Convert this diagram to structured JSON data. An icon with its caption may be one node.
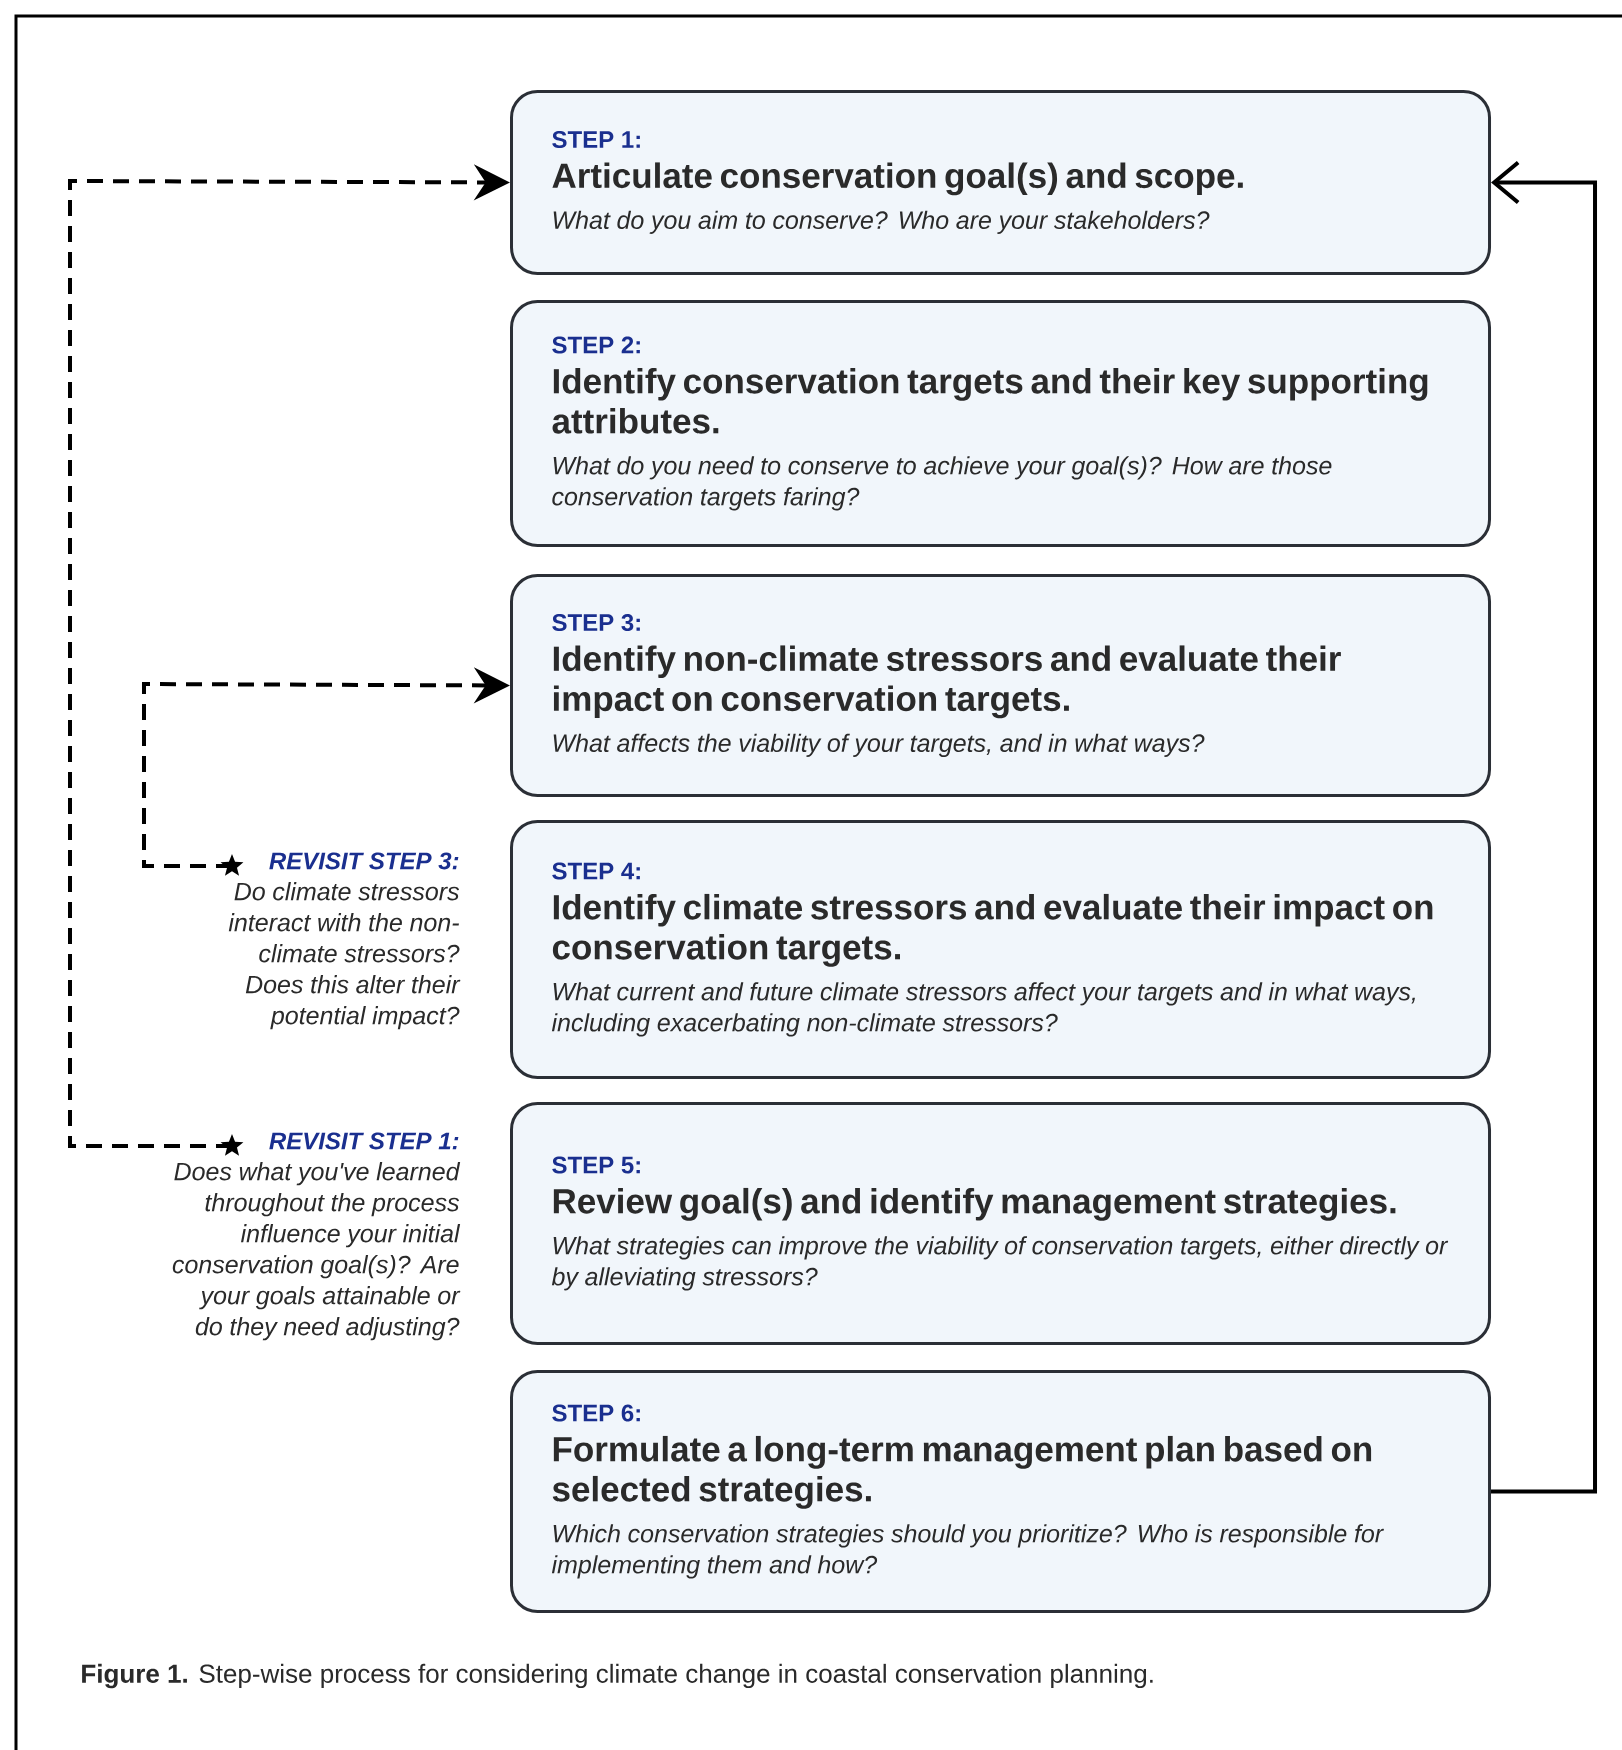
{
  "diagram": {
    "caption": "**Figure 1.** Step-wise process for considering climate change in coastal conservation planning.",
    "nodes": [
      {
        "text": [
          "STEP 1:",
          "Articulate conservation goal(s) and scope.",
          "What do you aim to conserve? Who are your stakeholders?"
        ]
      },
      {
        "text": [
          "STEP 2:",
          "Identify conservation targets and their key supporting attributes.",
          "What do you need to conserve to achieve your goal(s)? How are those conservation targets faring?"
        ]
      },
      {
        "text": [
          "STEP 3:",
          "Identify non-climate stressors and evaluate their impact on conservation targets.",
          "What affects the viability of your targets, and in what ways?"
        ]
      },
      {
        "text": [
          "STEP 4:",
          "Identify climate stressors and evaluate their impact on conservation targets.",
          "What current and future climate stressors affect your targets and in what ways, including exacerbating non-climate stressors?"
        ]
      },
      {
        "text": [
          "STEP 5:",
          "Review goal(s) and identify management strategies.",
          "What strategies can improve the viability of conservation targets, either directly or by alleviating stressors?"
        ]
      },
      {
        "text": [
          "STEP 6:",
          "Formulate a long-term management plan based on selected strategies.",
          "Which conservation strategies should you prioritize? Who is responsible for implementing them and how?"
        ]
      },
      {
        "text": [
          "REVISIT STEP 3:",
          "Do climate stressors interact with the non-climate stressors? Does this alter their potential impact?"
        ]
      },
      {
        "text": [
          "REVISIT STEP 1:",
          "Does what you've learned throughout the process influence your initial conservation goal(s)? Are your goals attainable or do they need adjusting?"
        ]
      }
    ],
    "edges": [
      {
        "from": 5,
        "to": 0,
        "arrow": "to"
      },
      {
        "from": 6,
        "to": 2,
        "arrow": "to",
        "style": "dashed"
      },
      {
        "from": 7,
        "to": 0,
        "arrow": "to",
        "style": "dashed"
      }
    ]
  }
}
